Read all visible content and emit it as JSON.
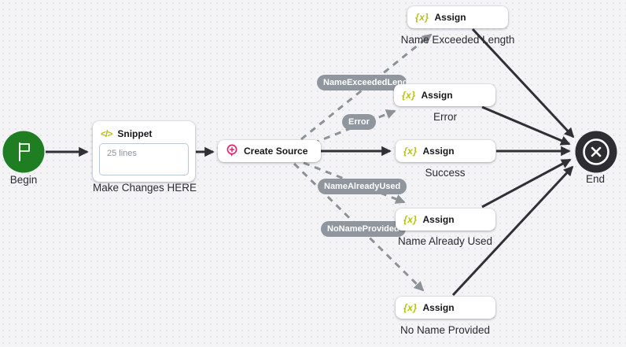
{
  "begin": {
    "label": "Begin"
  },
  "snippet": {
    "icon": "</>",
    "title": "Snippet",
    "body": "25 lines",
    "label": "Make Changes HERE"
  },
  "create_source": {
    "title": "Create Source"
  },
  "assign_icon": "{x}",
  "assigns": [
    {
      "title": "Assign",
      "label": "Name Exceeded Length"
    },
    {
      "title": "Assign",
      "label": "Error"
    },
    {
      "title": "Assign",
      "label": "Success"
    },
    {
      "title": "Assign",
      "label": "Name Already Used"
    },
    {
      "title": "Assign",
      "label": "No Name Provided"
    }
  ],
  "end": {
    "label": "End"
  },
  "edge_labels": {
    "name_exceeded_length": "NameExceededLength",
    "error": "Error",
    "name_already_used": "NameAlreadyUsed",
    "no_name_provided": "NoNameProvided"
  },
  "colors": {
    "begin_green": "#1f7e21",
    "end_dark": "#2d2d32",
    "accent_yellow": "#b9c013",
    "create_source_pink": "#e0246e",
    "edge_dark": "#303036",
    "edge_gray": "#8b9298",
    "badge_gray": "#8f969d"
  }
}
